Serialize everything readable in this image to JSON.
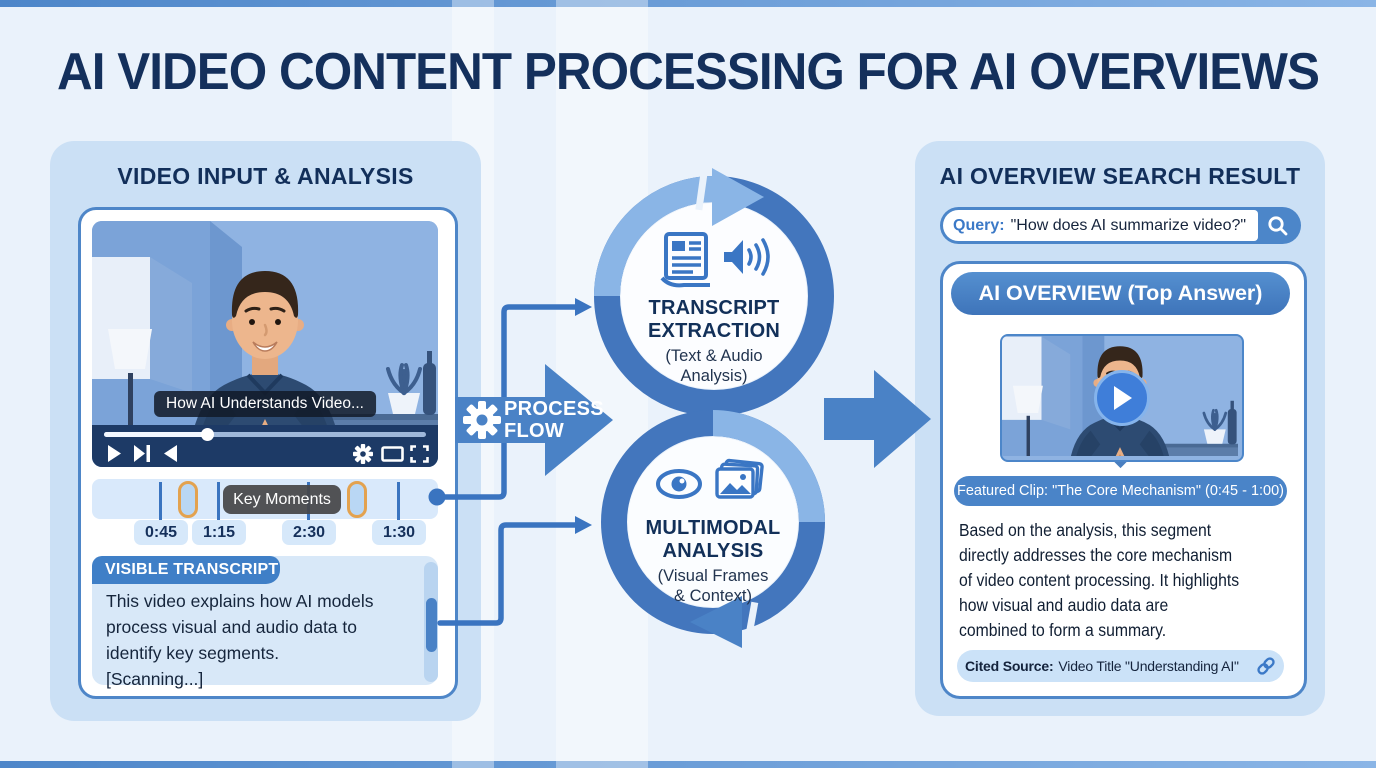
{
  "title": "AI VIDEO CONTENT PROCESSING FOR AI OVERVIEWS",
  "colors": {
    "primary_blue": "#4a82c6",
    "navy": "#15305b",
    "panel_bg": "#cbe0f5",
    "accent_orange": "#e3a24f",
    "control_bar_navy": "#1d3a66"
  },
  "left_panel": {
    "header": "VIDEO INPUT & ANALYSIS",
    "video": {
      "caption": "How AI Understands Video...",
      "progress_percent": 32
    },
    "timeline": {
      "badge": "Key Moments",
      "timestamps": [
        "0:45",
        "1:15",
        "2:30",
        "1:30"
      ]
    },
    "transcript": {
      "header": "VISIBLE TRANSCRIPT",
      "lines": [
        "This video explains how AI models",
        "process visual and audio data to",
        "identify key segments.",
        "[Scanning...]"
      ]
    }
  },
  "flow": {
    "label_line1": "PROCESS",
    "label_line2": "FLOW",
    "steps": [
      {
        "title1": "TRANSCRIPT",
        "title2": "EXTRACTION",
        "sub1": "(Text & Audio",
        "sub2": "Analysis)"
      },
      {
        "title1": "MULTIMODAL",
        "title2": "ANALYSIS",
        "sub1": "(Visual Frames",
        "sub2": "& Context)"
      }
    ]
  },
  "right_panel": {
    "header": "AI OVERVIEW SEARCH RESULT",
    "search": {
      "label": "Query:",
      "value": "\"How does AI summarize video?\""
    },
    "overview": {
      "header": "AI OVERVIEW (Top Answer)",
      "featured_clip": "Featured Clip: \"The Core Mechanism\" (0:45 - 1:00)",
      "body_lines": [
        "Based on the analysis, this segment",
        "directly addresses the core mechanism",
        "of video content processing. It highlights",
        "how visual and audio data are",
        "combined to form a summary."
      ],
      "cited_label": "Cited Source:",
      "cited_value": "Video Title \"Understanding AI\""
    }
  }
}
